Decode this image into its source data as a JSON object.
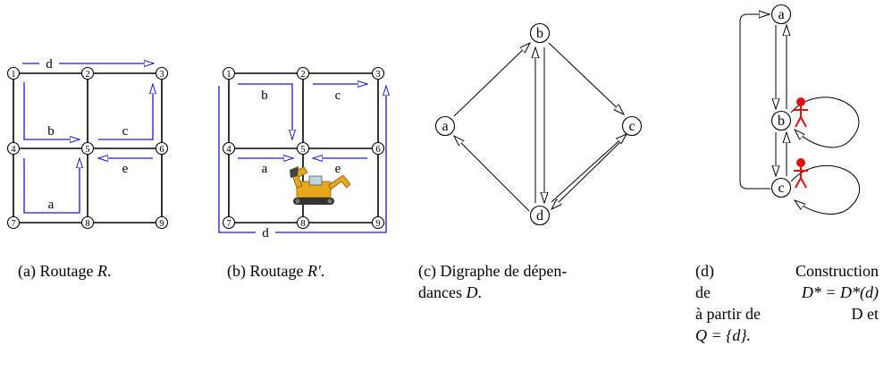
{
  "subfigures": {
    "a": {
      "caption_prefix": "(a) Routage ",
      "caption_var": "R",
      "caption_suffix": ".",
      "nodes": [
        "1",
        "2",
        "3",
        "4",
        "5",
        "6",
        "7",
        "8",
        "9"
      ],
      "routes": [
        "d",
        "b",
        "c",
        "e",
        "a"
      ]
    },
    "b": {
      "caption_prefix": "(b) Routage ",
      "caption_var": "R′",
      "caption_suffix": ".",
      "nodes": [
        "1",
        "2",
        "3",
        "4",
        "5",
        "6",
        "7",
        "8",
        "9"
      ],
      "routes": [
        "b",
        "c",
        "a",
        "e",
        "d"
      ],
      "image": "excavator"
    },
    "c": {
      "caption_line1": "(c) Digraphe de dépen-",
      "caption_line2_prefix": "dances ",
      "caption_line2_var": "D",
      "caption_line2_suffix": ".",
      "nodes": [
        "a",
        "b",
        "c",
        "d"
      ]
    },
    "d": {
      "caption_l1_a": "(d)",
      "caption_l1_b": "Construction",
      "caption_l2_a": "de",
      "caption_l2_b": "D* = D*(d)",
      "caption_l3_a": "à partir de",
      "caption_l3_b": "D et",
      "caption_l4": "Q = {d}.",
      "nodes": [
        "a",
        "b",
        "c"
      ],
      "markers": [
        "person-icon",
        "person-icon"
      ]
    }
  },
  "colors": {
    "route": "#1a1acc",
    "person": "#e01010",
    "excavator": "#e8a81c"
  }
}
